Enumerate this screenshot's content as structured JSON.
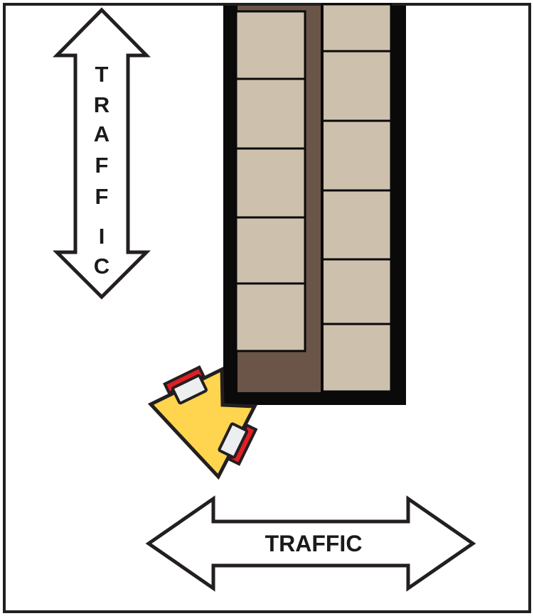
{
  "diagram": {
    "vertical_arrow": {
      "label": "TRAFFIC",
      "icon": "double-arrow-vertical-icon"
    },
    "horizontal_arrow": {
      "label": "TRAFFIC",
      "icon": "double-arrow-horizontal-icon"
    },
    "rack": {
      "left_column_boxes": 5,
      "right_column_boxes": 6
    },
    "forklift": {
      "icon": "forklift-icon"
    }
  },
  "colors": {
    "rack_frame": "#0a0a0a",
    "rack_floor": "#6b5548",
    "box": "#cdc1ae",
    "forklift_body": "#ffd54f",
    "forklift_accent": "#e31e24",
    "cab_window": "#eceeef",
    "outline": "#231f20"
  }
}
